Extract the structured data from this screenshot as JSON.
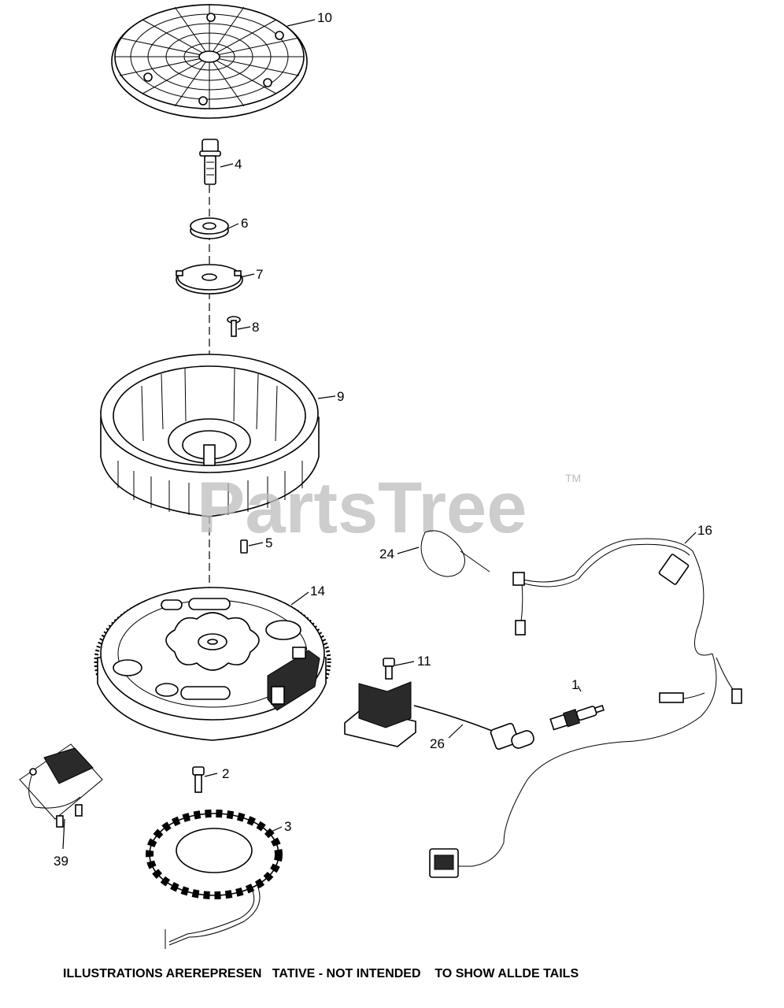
{
  "callouts": {
    "c10": "10",
    "c4": "4",
    "c6": "6",
    "c7": "7",
    "c8": "8",
    "c9": "9",
    "c5": "5",
    "c14": "14",
    "c24": "24",
    "c16": "16",
    "c11": "11",
    "c1": "1",
    "c26": "26",
    "c2": "2",
    "c3": "3",
    "c39": "39"
  },
  "watermark": {
    "text": "PartsTree",
    "trademark": "TM"
  },
  "footer": {
    "text": "ILLUSTRATIONS AREREPRESEN   TATIVE - NOT INTENDED    TO SHOW ALLDE TAILS"
  }
}
